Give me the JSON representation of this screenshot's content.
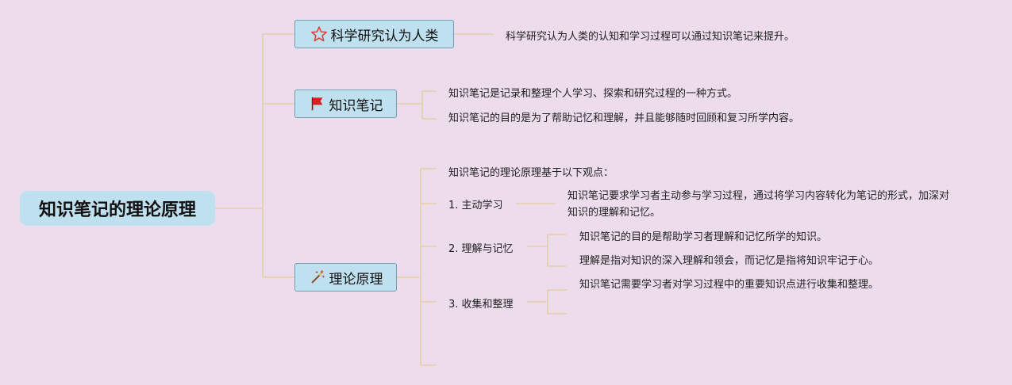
{
  "root": {
    "label": "知识笔记的理论原理"
  },
  "topics": [
    {
      "label": "科学研究认为人类",
      "icon": "star-icon",
      "children": [
        "科学研究认为人类的认知和学习过程可以通过知识笔记来提升。"
      ]
    },
    {
      "label": "知识笔记",
      "icon": "red-flag-icon",
      "children": [
        "知识笔记是记录和整理个人学习、探索和研究过程的一种方式。",
        "知识笔记的目的是为了帮助记忆和理解，并且能够随时回顾和复习所学内容。"
      ]
    },
    {
      "label": "理论原理",
      "icon": "magic-wand-icon",
      "intro": "知识笔记的理论原理基于以下观点：",
      "points": [
        {
          "label": "1. 主动学习",
          "children": [
            "知识笔记要求学习者主动参与学习过程，通过将学习内容转化为笔记的形式，加深对知识的理解和记忆。"
          ]
        },
        {
          "label": "2. 理解与记忆",
          "children": [
            "知识笔记的目的是帮助学习者理解和记忆所学的知识。",
            "理解是指对知识的深入理解和领会，而记忆是指将知识牢记于心。"
          ]
        },
        {
          "label": "3. 收集和整理",
          "children": [
            "知识笔记需要学习者对学习过程中的重要知识点进行收集和整理。"
          ]
        }
      ]
    }
  ],
  "colors": {
    "background": "#ecdcec",
    "node_fill": "#bfe0ee",
    "node_border": "#6e9fb0",
    "connector": "#e3cfa6",
    "star": "#d9433d",
    "flag": "#d81e1e"
  }
}
